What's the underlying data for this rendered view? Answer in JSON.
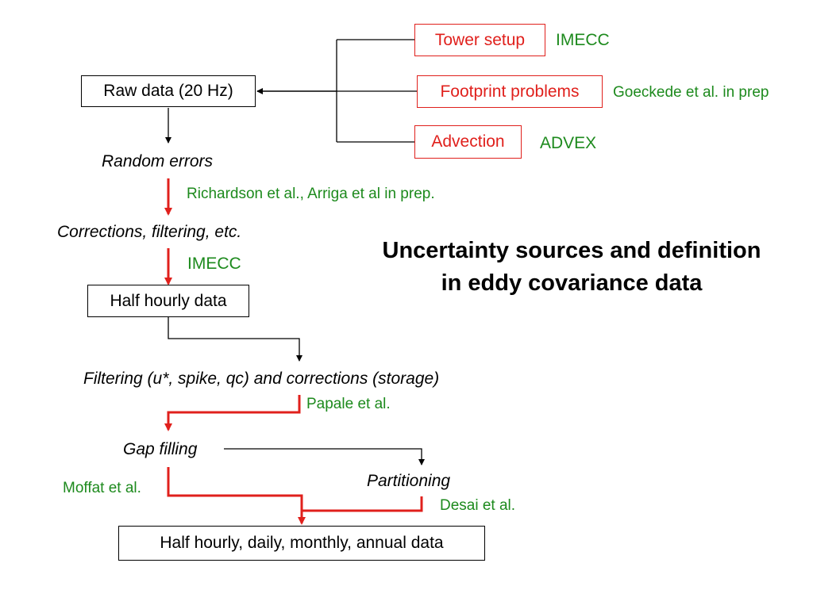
{
  "title": "Uncertainty sources and definition in eddy covariance data",
  "nodes": {
    "raw_data": "Raw data (20 Hz)",
    "half_hourly": "Half hourly data",
    "final": "Half hourly, daily, monthly, annual data"
  },
  "sources": {
    "tower_setup": "Tower setup",
    "footprint": "Footprint problems",
    "advection": "Advection"
  },
  "steps": {
    "random_errors": "Random errors",
    "corrections": "Corrections, filtering, etc.",
    "filtering": "Filtering (u*, spike, qc) and corrections (storage)",
    "gap_filling": "Gap filling",
    "partitioning": "Partitioning"
  },
  "refs": {
    "imecc_top": "IMECC",
    "goeckede": "Goeckede et al. in prep",
    "advex": "ADVEX",
    "richardson": "Richardson et al., Arriga et al in prep.",
    "imecc_mid": "IMECC",
    "papale": "Papale et al.",
    "moffat": "Moffat et al.",
    "desai": "Desai et al."
  },
  "colors": {
    "uncertainty_arrow": "#e0201c",
    "source_box": "#e0201c",
    "reference_text": "#1d8a1d",
    "flow_line": "#000000"
  }
}
